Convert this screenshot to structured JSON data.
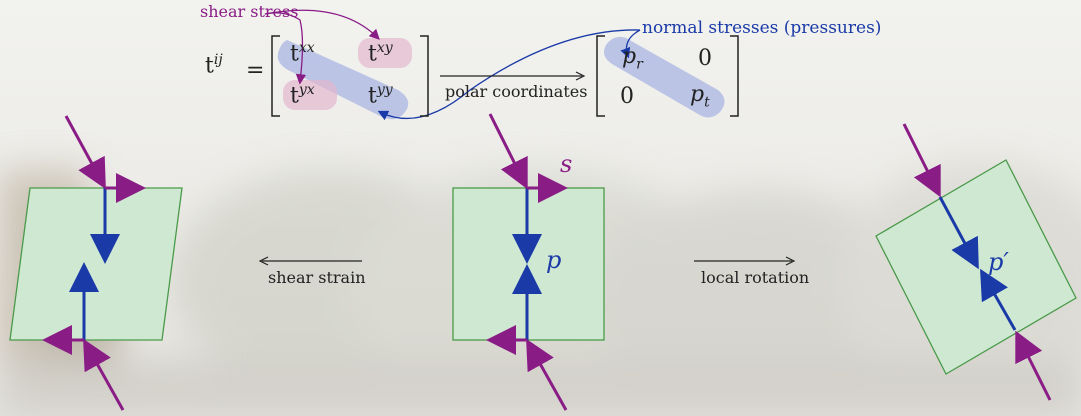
{
  "annotations": {
    "shear_stress": "shear stress",
    "normal_stresses": "normal stresses (pressures)"
  },
  "equation": {
    "lhs": "t",
    "lhs_sup": "ij",
    "equals": "=",
    "m11": "t",
    "m11_sup": "xx",
    "m12": "t",
    "m12_sup": "xy",
    "m21": "t",
    "m21_sup": "yx",
    "m22": "t",
    "m22_sup": "yy",
    "arrow_label": "polar coordinates",
    "r11": "p",
    "r11_sub": "r",
    "r12": "0",
    "r21": "0",
    "r22": "p",
    "r22_sub": "t"
  },
  "arrows": {
    "left_label": "shear strain",
    "right_label": "local rotation"
  },
  "labels": {
    "s": "s",
    "p": "p",
    "p_prime": "p′"
  },
  "colors": {
    "purple": "#8a1c86",
    "blue": "#1a3aa8",
    "box_fill": "#cfe8d2",
    "box_stroke": "#4a9a4a",
    "highlight_blue": "#a9b6e3",
    "highlight_pink": "#e2b8cf"
  }
}
